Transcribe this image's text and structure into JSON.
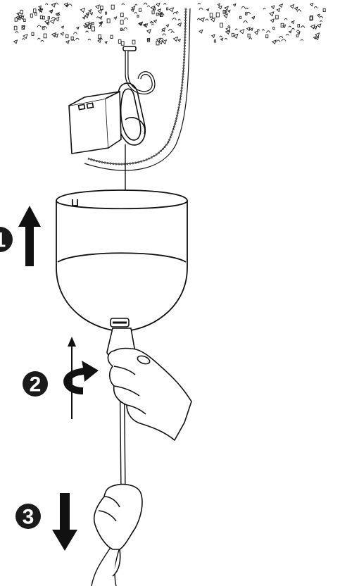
{
  "diagram": {
    "steps": [
      {
        "number": "1",
        "action": "push-up-arrow"
      },
      {
        "number": "2",
        "action": "rotate-arrow"
      },
      {
        "number": "3",
        "action": "pull-down-arrow"
      }
    ],
    "colors": {
      "line": "#111111",
      "fill": "#ffffff",
      "badge": "#1a1a1a"
    }
  }
}
